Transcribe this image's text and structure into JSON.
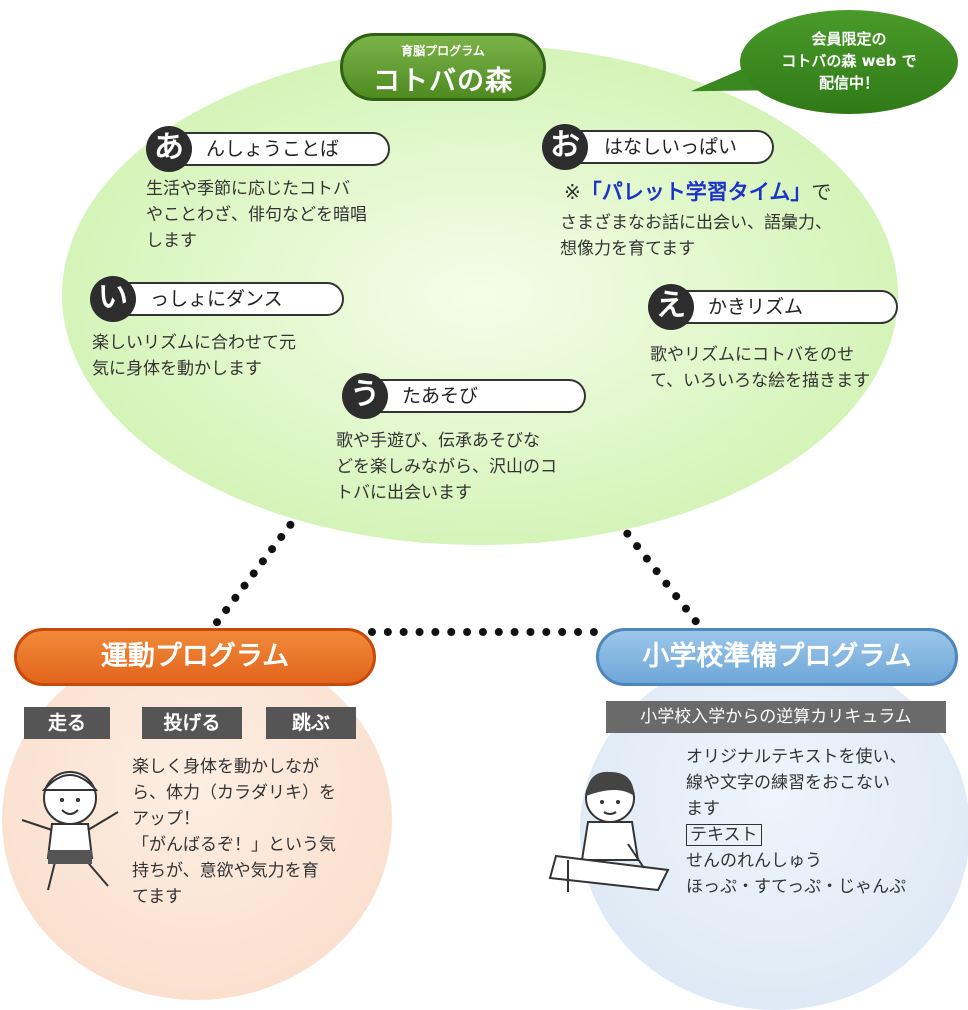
{
  "header": {
    "subtitle": "育脳プログラム",
    "title": "コトバの森",
    "bubble_lines": [
      "会員限定の",
      "コトバの森 web で",
      "配信中！"
    ]
  },
  "items": [
    {
      "initial": "あ",
      "rest": "んしょうことば",
      "desc": [
        "生活や季節に応じたコトバ",
        "やことわざ、俳句などを暗唱",
        "します"
      ]
    },
    {
      "initial": "い",
      "rest": "っしょにダンス",
      "desc": [
        "楽しいリズムに合わせて元",
        "気に身体を動かします"
      ]
    },
    {
      "initial": "う",
      "rest": "たあそび",
      "desc": [
        "歌や手遊び、伝承あそびな",
        "どを楽しみながら、沢山のコ",
        "トバに出会います"
      ]
    },
    {
      "initial": "え",
      "rest": "かきリズム",
      "desc": [
        "歌やリズムにコトバをのせ",
        "て、いろいろな絵を描きます"
      ]
    },
    {
      "initial": "お",
      "rest": "はなしいっぱい",
      "note_prefix": "※",
      "note_highlight": "「パレット学習タイム」",
      "note_suffix": "で",
      "desc": [
        "さまざまなお話に出会い、語彙力、",
        "想像力を育てます"
      ]
    }
  ],
  "undo": {
    "title": "運動プログラム",
    "tags": [
      "走る",
      "投げる",
      "跳ぶ"
    ],
    "desc": [
      "楽しく身体を動かしなが",
      "ら、体力（カラダリキ）を",
      "アップ！",
      "「がんばるぞ！」という気",
      "持ちが、意欲や気力を育",
      "てます"
    ]
  },
  "prep": {
    "title": "小学校準備プログラム",
    "subtitle": "小学校入学からの逆算カリキュラム",
    "desc": [
      "オリジナルテキストを使い、",
      "線や文字の練習をおこない",
      "ます"
    ],
    "text_label": "テキスト",
    "text_items": [
      "せんのれんしゅう",
      "ほっぷ・すてっぷ・じゃんぷ"
    ]
  },
  "colors": {
    "green": "#4f8b22",
    "orange": "#e1651c",
    "blue": "#6ea7d8",
    "highlight_blue": "#1b33c8"
  }
}
